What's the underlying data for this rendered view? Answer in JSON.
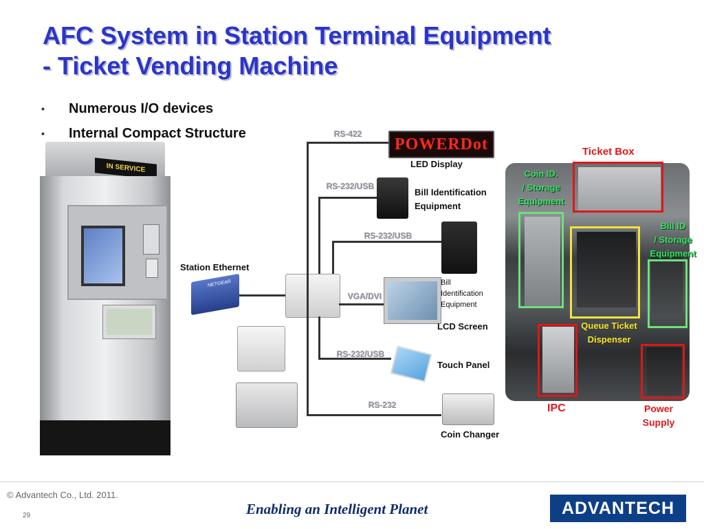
{
  "slide": {
    "title_line1": "AFC System in Station Terminal Equipment",
    "title_line2": "- Ticket Vending Machine",
    "bullets": [
      "Numerous I/O devices",
      "Internal Compact Structure"
    ]
  },
  "kiosk": {
    "status_sign": "IN SERVICE"
  },
  "network": {
    "station_label": "Station Ethernet",
    "switch_brand": "NETGEAR"
  },
  "interfaces": {
    "rs422": "RS-422",
    "rs232usb_1": "RS-232/USB",
    "rs232usb_2": "RS-232/USB",
    "vgadvi": "VGA/DVI",
    "rs232usb_3": "RS-232/USB",
    "rs232": "RS-232"
  },
  "devices": {
    "led_sign_text": "POWERDot",
    "led_display": "LED Display",
    "bill_id_1_line1": "Bill Identification",
    "bill_id_1_line2": "Equipment",
    "bill_id_2_line1": "Bill",
    "bill_id_2_line2": "Identification",
    "bill_id_2_line3": "Equipment",
    "lcd_screen": "LCD Screen",
    "touch_panel": "Touch Panel",
    "coin_changer": "Coin Changer"
  },
  "callouts": {
    "ticket_box": "Ticket Box",
    "coin_id_1": "Coin ID.",
    "coin_id_2": "/ Storage",
    "coin_id_3": "Equipment",
    "bill_id_1": "Bill ID",
    "bill_id_2": "/ Storage",
    "bill_id_3": "Equipment",
    "queue_1": "Queue Ticket",
    "queue_2": "Dispenser",
    "ipc": "IPC",
    "power_1": "Power",
    "power_2": "Supply"
  },
  "footer": {
    "copyright": "© Advantech Co., Ltd. 2011.",
    "page_number": "29",
    "slogan": "Enabling an Intelligent Planet",
    "logo_text": "ADVANTECH"
  },
  "colors": {
    "title_blue": "#2b35c8",
    "callout_red": "#e01717",
    "callout_green": "#3ddc66",
    "callout_yellow": "#f3e33a",
    "brand_blue": "#0d3f86"
  }
}
